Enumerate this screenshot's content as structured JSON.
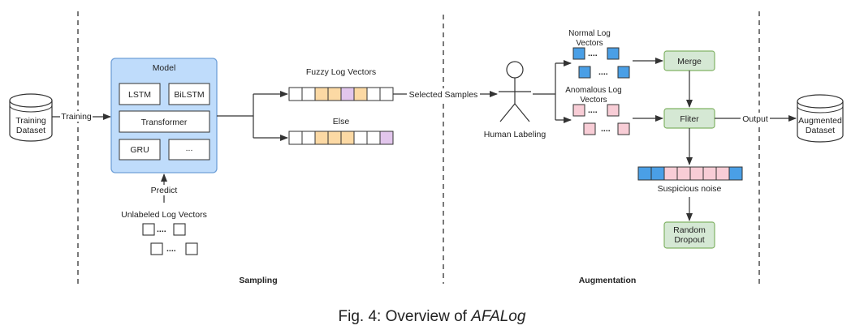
{
  "training_dataset": "Training Dataset",
  "training_label": "Training",
  "model": {
    "title": "Model",
    "components": [
      "LSTM",
      "BiLSTM",
      "Transformer",
      "GRU",
      "..."
    ]
  },
  "predict_label": "Predict",
  "unlabeled_label": "Unlabeled Log Vectors",
  "unlabeled_dots": "....",
  "fuzzy_label": "Fuzzy Log Vectors",
  "else_label": "Else",
  "selected_samples_label": "Selected Samples",
  "human_labeling": "Human Labeling",
  "normal_log_vectors": "Normal Log Vectors",
  "anomalous_log_vectors": "Anomalous Log Vectors",
  "merge_label": "Merge",
  "filter_label": "Fliter",
  "output_label": "Output",
  "augmented_dataset": "Augmented Dataset",
  "suspicious_noise": "Suspicious noise",
  "random_dropout": "Random Dropout",
  "sections": [
    "Sampling",
    "Augmentation"
  ],
  "caption": {
    "prefix": "Fig. 4: Overview of ",
    "emph": "AFALog"
  },
  "colors": {
    "model_fill": "#bfdcfb",
    "model_stroke": "#6fa0d8",
    "orange": "#fcd9a4",
    "purple": "#e2c6ec",
    "blue": "#4a9fe6",
    "pink": "#f8cdd6",
    "green_fill": "#d5e8d4",
    "green_stroke": "#82b366"
  }
}
